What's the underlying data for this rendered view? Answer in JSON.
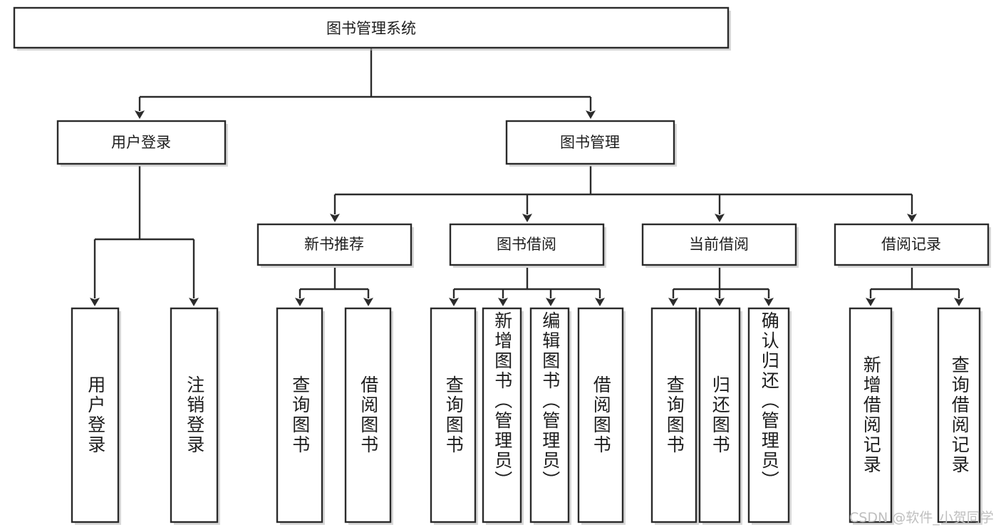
{
  "diagram": {
    "title": "图书管理系统",
    "type": "tree",
    "watermark": "CSDN @软件_小贺同学",
    "colors": {
      "stroke": "#2b2b2b",
      "fill": "#ffffff",
      "text": "#1d1d1d",
      "shadow": "#b8b8b8",
      "watermark": "#bfbfbf"
    },
    "nodes": {
      "root": {
        "label": "图书管理系统"
      },
      "level2": [
        {
          "id": "user-login",
          "label": "用户登录"
        },
        {
          "id": "book-management",
          "label": "图书管理"
        }
      ],
      "level3": [
        {
          "id": "new-book-recommend",
          "label": "新书推荐"
        },
        {
          "id": "book-borrow",
          "label": "图书借阅"
        },
        {
          "id": "current-borrow",
          "label": "当前借阅"
        },
        {
          "id": "borrow-record",
          "label": "借阅记录"
        }
      ],
      "leaves": [
        {
          "id": "leaf-user-login",
          "parent": "user-login",
          "label": "用户登录"
        },
        {
          "id": "leaf-user-logout",
          "parent": "user-login",
          "label": "注销登录"
        },
        {
          "id": "leaf-query-book-1",
          "parent": "new-book-recommend",
          "label": "查询图书"
        },
        {
          "id": "leaf-borrow-book-1",
          "parent": "new-book-recommend",
          "label": "借阅图书"
        },
        {
          "id": "leaf-query-book-2",
          "parent": "book-borrow",
          "label": "查询图书"
        },
        {
          "id": "leaf-add-book",
          "parent": "book-borrow",
          "label": "新增图书（管理员）"
        },
        {
          "id": "leaf-edit-book",
          "parent": "book-borrow",
          "label": "编辑图书（管理员）"
        },
        {
          "id": "leaf-borrow-book-2",
          "parent": "book-borrow",
          "label": "借阅图书"
        },
        {
          "id": "leaf-query-book-3",
          "parent": "current-borrow",
          "label": "查询图书"
        },
        {
          "id": "leaf-return-book",
          "parent": "current-borrow",
          "label": "归还图书"
        },
        {
          "id": "leaf-confirm-return",
          "parent": "current-borrow",
          "label": "确认归还（管理员）"
        },
        {
          "id": "leaf-add-record",
          "parent": "borrow-record",
          "label": "新增借阅记录"
        },
        {
          "id": "leaf-query-record",
          "parent": "borrow-record",
          "label": "查询借阅记录"
        }
      ]
    }
  }
}
